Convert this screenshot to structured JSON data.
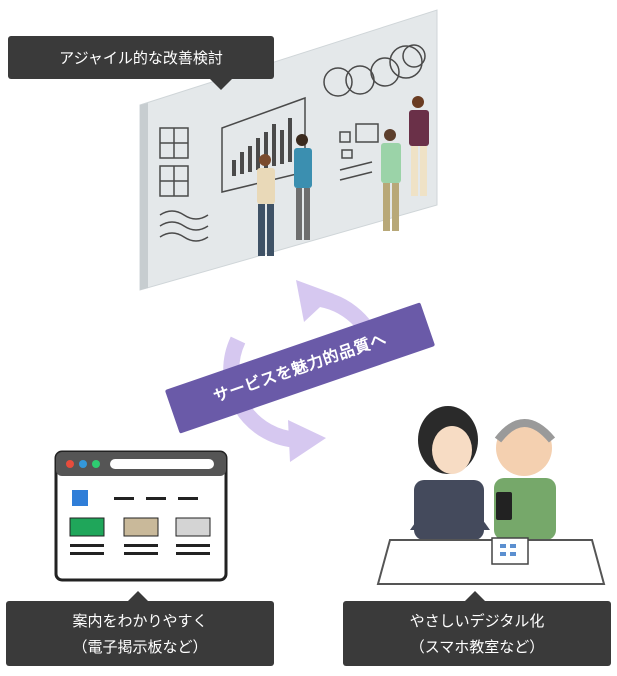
{
  "callouts": {
    "top": "アジャイル的な改善検討",
    "left_line1": "案内をわかりやすく",
    "left_line2": "（電子掲示板など）",
    "right_line1": "やさしいデジタル化",
    "right_line2": "（スマホ教室など）"
  },
  "banner": "サービスを魅力的品質へ",
  "colors": {
    "banner": "#6a5aa8",
    "cycle_arrow": "#d6c8f0",
    "callout_bg": "#3a3a3a"
  }
}
